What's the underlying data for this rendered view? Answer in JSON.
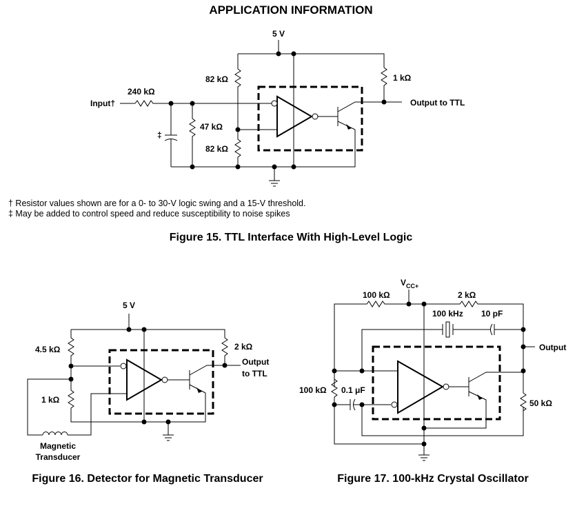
{
  "page": {
    "heading": "APPLICATION INFORMATION"
  },
  "figure15": {
    "caption": "Figure 15. TTL Interface With High-Level Logic",
    "labels": {
      "supply": "5 V",
      "input": "Input†",
      "r_input": "240 kΩ",
      "r_top": "82 kΩ",
      "r_mid": "47 kΩ",
      "r_bottom": "82 kΩ",
      "r_pullup": "1 kΩ",
      "cap_marker": "‡",
      "output": "Output to TTL"
    },
    "notes": [
      "† Resistor values shown are for a 0- to 30-V logic swing and a 15-V threshold.",
      "‡ May be added to control speed and reduce susceptibility to noise spikes"
    ]
  },
  "figure16": {
    "caption": "Figure 16. Detector for Magnetic Transducer",
    "labels": {
      "supply": "5 V",
      "r_top": "4.5 kΩ",
      "r_bottom": "1 kΩ",
      "r_pullup": "2 kΩ",
      "output_line1": "Output",
      "output_line2": "to TTL",
      "transducer_line1": "Magnetic",
      "transducer_line2": "Transducer"
    }
  },
  "figure17": {
    "caption": "Figure 17. 100-kHz Crystal Oscillator",
    "labels": {
      "supply_main": "V",
      "supply_sub": "CC+",
      "r_left_top": "100 kΩ",
      "r_top_right": "2 kΩ",
      "crystal": "100 kHz",
      "cap_top": "10 pF",
      "r_left": "100 kΩ",
      "cap_left": "0.1 μF",
      "r_right": "50 kΩ",
      "output": "Output"
    }
  }
}
